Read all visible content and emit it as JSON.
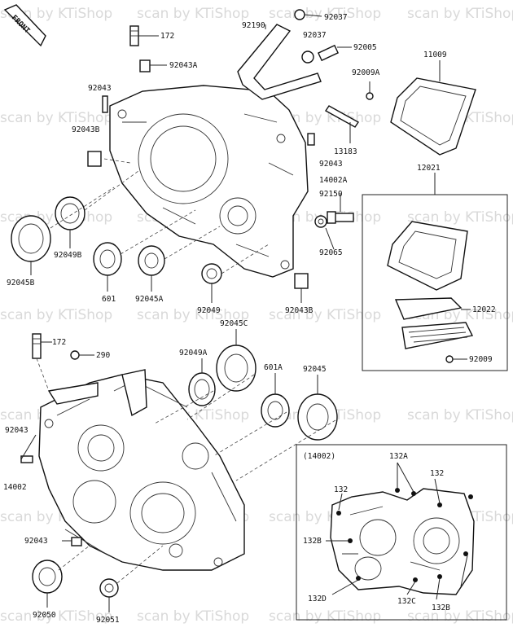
{
  "watermark": "scan by KTiShop",
  "front_label": "FRONT",
  "inset_exploded_title": "",
  "inset_reed_group": "12021",
  "inset_14002_title": "(14002)",
  "labels": {
    "l172_top": "172",
    "l92190": "92190",
    "l92037_a": "92037",
    "l92037_b": "92037",
    "l92005": "92005",
    "l92043A": "92043A",
    "l92009A": "92009A",
    "l11009": "11009",
    "l92043_a": "92043",
    "l92043B_a": "92043B",
    "l13183": "13183",
    "l92043_b": "92043",
    "l14002A": "14002A",
    "l12021": "12021",
    "l92150": "92150",
    "l92065": "92065",
    "l92045B": "92045B",
    "l92049B": "92049B",
    "l601": "601",
    "l92045A": "92045A",
    "l92049": "92049",
    "l92043B_b": "92043B",
    "l12022": "12022",
    "l92009": "92009",
    "l172_bot": "172",
    "l290": "290",
    "l92049A": "92049A",
    "l92045C": "92045C",
    "l601A": "601A",
    "l92045": "92045",
    "l92043_c": "92043",
    "l14002": "14002",
    "l92043_d": "92043",
    "l92050": "92050",
    "l92051": "92051",
    "l132A": "132A",
    "l132_a": "132",
    "l132_b": "132",
    "l132B_a": "132B",
    "l132D": "132D",
    "l132C": "132C",
    "l132B_b": "132B"
  }
}
